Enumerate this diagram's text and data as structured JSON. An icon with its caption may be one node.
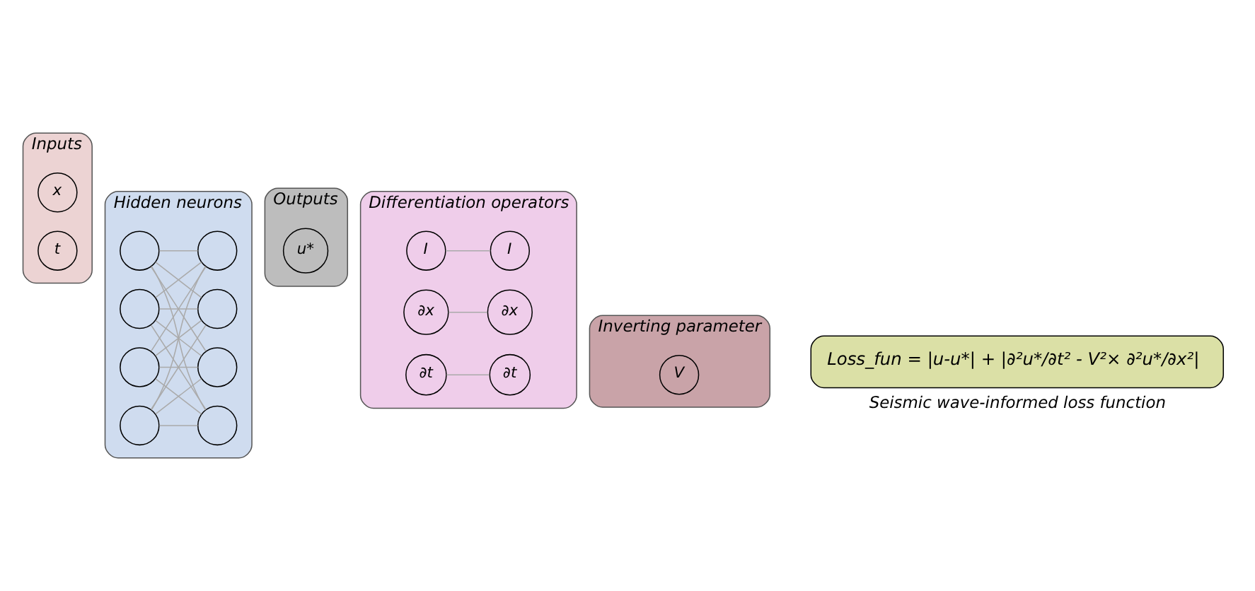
{
  "diagram": {
    "nodes": [
      {
        "text": [
          "Inputs"
        ]
      },
      {
        "text": [
          "x"
        ],
        "in": 0
      },
      {
        "text": [
          "t"
        ],
        "in": 0
      },
      {
        "text": [
          "Hidden neurons"
        ]
      },
      {
        "text": [],
        "shape": "circle",
        "in": 3
      },
      {
        "text": [],
        "shape": "circle",
        "in": 3
      },
      {
        "text": [],
        "shape": "circle",
        "in": 3
      },
      {
        "text": [],
        "shape": "circle",
        "in": 3
      },
      {
        "text": [],
        "shape": "circle",
        "in": 3
      },
      {
        "text": [],
        "shape": "circle",
        "in": 3
      },
      {
        "text": [],
        "shape": "circle",
        "in": 3
      },
      {
        "text": [],
        "shape": "circle",
        "in": 3
      },
      {
        "text": [
          "Outputs"
        ]
      },
      {
        "text": [
          "u*"
        ],
        "in": 12
      },
      {
        "text": [
          "Differentiation operators"
        ]
      },
      {
        "text": [
          "I"
        ],
        "in": 14
      },
      {
        "text": [
          "I"
        ],
        "in": 14
      },
      {
        "text": [
          "∂x"
        ],
        "in": 14
      },
      {
        "text": [
          "∂x"
        ],
        "in": 14
      },
      {
        "text": [
          "∂t"
        ],
        "in": 14
      },
      {
        "text": [
          "∂t"
        ],
        "in": 14
      },
      {
        "text": [
          "Inverting parameter"
        ]
      },
      {
        "text": [
          "V"
        ],
        "in": 21
      },
      {
        "text": [
          "Loss_fun = |u-u*| + |∂²u*/∂t² - V²× ∂²u*/∂x²|"
        ],
        "beside": [
          "Seismic wave-informed loss function"
        ]
      }
    ],
    "edges": [
      {
        "from": 4,
        "to": 8,
        "arrow": "none"
      },
      {
        "from": 4,
        "to": 9,
        "arrow": "none"
      },
      {
        "from": 4,
        "to": 10,
        "arrow": "none"
      },
      {
        "from": 4,
        "to": 11,
        "arrow": "none"
      },
      {
        "from": 5,
        "to": 8,
        "arrow": "none"
      },
      {
        "from": 5,
        "to": 9,
        "arrow": "none"
      },
      {
        "from": 5,
        "to": 10,
        "arrow": "none"
      },
      {
        "from": 5,
        "to": 11,
        "arrow": "none"
      },
      {
        "from": 6,
        "to": 8,
        "arrow": "none"
      },
      {
        "from": 6,
        "to": 9,
        "arrow": "none"
      },
      {
        "from": 6,
        "to": 10,
        "arrow": "none"
      },
      {
        "from": 6,
        "to": 11,
        "arrow": "none"
      },
      {
        "from": 7,
        "to": 8,
        "arrow": "none"
      },
      {
        "from": 7,
        "to": 9,
        "arrow": "none"
      },
      {
        "from": 7,
        "to": 10,
        "arrow": "none"
      },
      {
        "from": 7,
        "to": 11,
        "arrow": "none"
      },
      {
        "from": 15,
        "to": 16,
        "arrow": "none"
      },
      {
        "from": 17,
        "to": 18,
        "arrow": "none"
      },
      {
        "from": 19,
        "to": 20,
        "arrow": "none"
      }
    ]
  }
}
